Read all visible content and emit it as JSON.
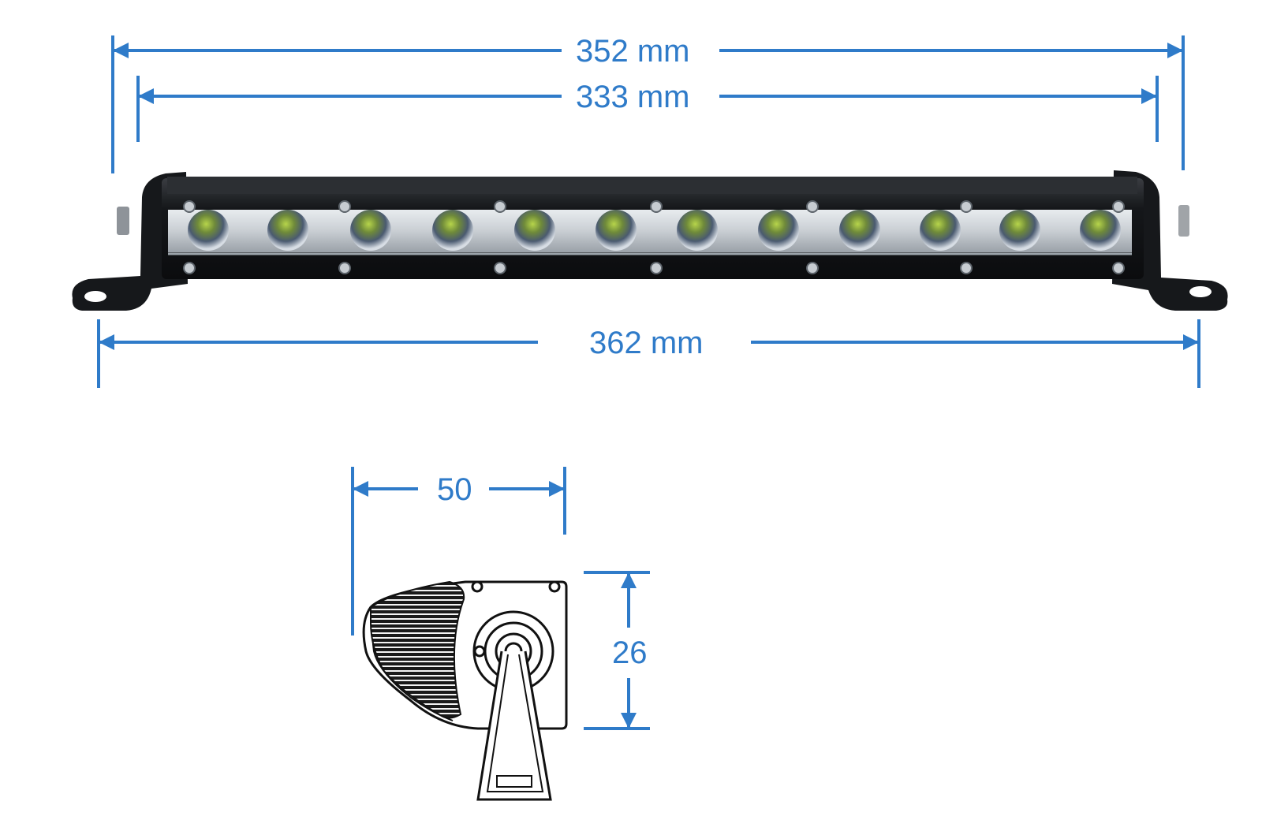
{
  "accent_color": "#2f7bc9",
  "dimensions": {
    "overall_body": {
      "label": "352 mm",
      "value": 352,
      "unit": "mm"
    },
    "lens_span": {
      "label": "333 mm",
      "value": 333,
      "unit": "mm"
    },
    "bracket_span": {
      "label": "362 mm",
      "value": 362,
      "unit": "mm"
    },
    "side_width": {
      "label": "50",
      "value": 50
    },
    "side_height": {
      "label": "26",
      "value": 26
    }
  },
  "product": {
    "led_count": 12,
    "icon": "led-light-bar"
  }
}
